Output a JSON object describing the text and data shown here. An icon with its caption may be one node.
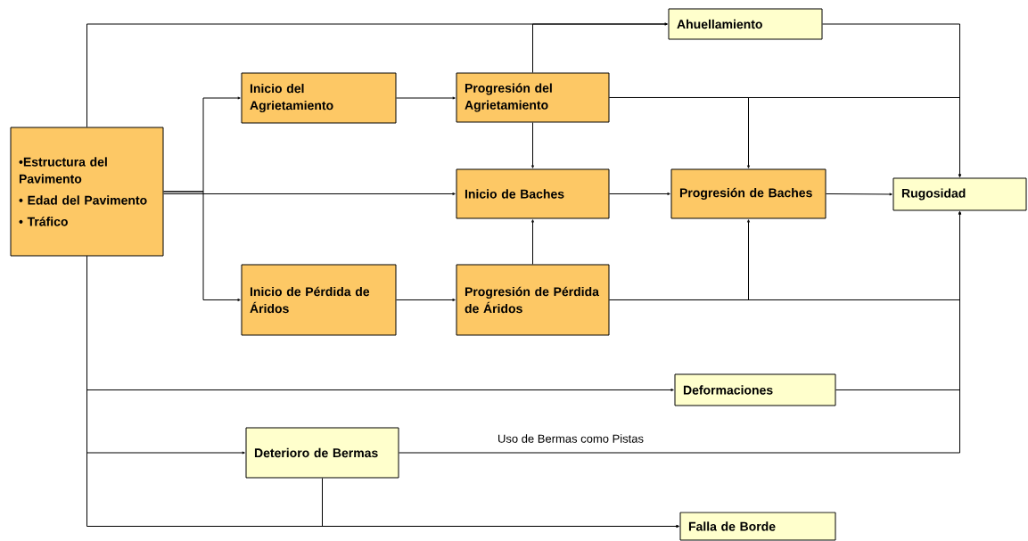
{
  "diagram": {
    "nodes": [
      {
        "text": [
          "•Estructura del Pavimento",
          "• Edad del Pavimento",
          "•  Tráfico"
        ]
      },
      {
        "text": [
          "Ahuellamiento"
        ]
      },
      {
        "text": [
          "Inicio del Agrietamiento"
        ]
      },
      {
        "text": [
          "Progresión del Agrietamiento"
        ]
      },
      {
        "text": [
          "Inicio de Baches"
        ]
      },
      {
        "text": [
          "Progresión de Baches"
        ]
      },
      {
        "text": [
          "Rugosidad"
        ]
      },
      {
        "text": [
          "Inicio de Pérdida de Áridos"
        ]
      },
      {
        "text": [
          "Progresión de Pérdida de Áridos"
        ]
      },
      {
        "text": [
          "Deformaciones"
        ]
      },
      {
        "text": [
          "Deterioro de Bermas"
        ]
      },
      {
        "text": [
          "Falla de Borde"
        ]
      }
    ],
    "edges": [
      {
        "from": 0,
        "to": 1,
        "arrow": "to"
      },
      {
        "from": 0,
        "to": 2,
        "arrow": "to"
      },
      {
        "from": 0,
        "to": 7,
        "arrow": "to"
      },
      {
        "from": 0,
        "to": 4,
        "arrow": "to"
      },
      {
        "from": 0,
        "to": 9,
        "arrow": "to"
      },
      {
        "from": 0,
        "to": 10,
        "arrow": "to"
      },
      {
        "from": 0,
        "to": 11,
        "arrow": "to"
      },
      {
        "from": 2,
        "to": 3,
        "arrow": "to"
      },
      {
        "from": 3,
        "to": 1,
        "arrow": "to"
      },
      {
        "from": 3,
        "to": 4,
        "arrow": "to"
      },
      {
        "from": 3,
        "to": 5,
        "arrow": "to"
      },
      {
        "from": 3,
        "to": 6,
        "arrow": "to"
      },
      {
        "from": 1,
        "to": 6,
        "arrow": "to"
      },
      {
        "from": 4,
        "to": 5,
        "arrow": "to"
      },
      {
        "from": 5,
        "to": 6,
        "arrow": "to"
      },
      {
        "from": 7,
        "to": 8,
        "arrow": "to"
      },
      {
        "from": 8,
        "to": 4,
        "arrow": "to"
      },
      {
        "from": 8,
        "to": 5,
        "arrow": "to"
      },
      {
        "from": 8,
        "to": 6,
        "arrow": "to"
      },
      {
        "from": 9,
        "to": 6,
        "arrow": "to"
      },
      {
        "from": 10,
        "to": 6,
        "arrow": "to",
        "label": "Uso de Bermas como Pistas"
      },
      {
        "from": 10,
        "to": 11,
        "arrow": "to"
      }
    ]
  }
}
